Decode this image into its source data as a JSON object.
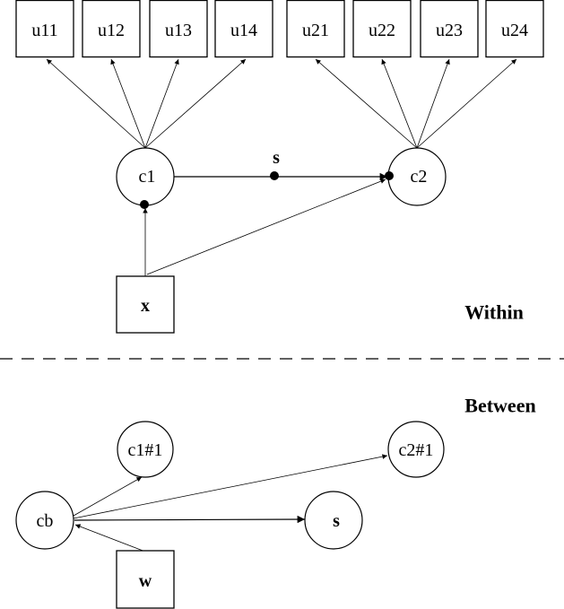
{
  "diagram": {
    "within": {
      "level_label": "Within",
      "indicators_c1": [
        "u11",
        "u12",
        "u13",
        "u14"
      ],
      "indicators_c2": [
        "u21",
        "u22",
        "u23",
        "u24"
      ],
      "latent_c1": "c1",
      "latent_c2": "c2",
      "covariate": "x",
      "random_slope_label": "s"
    },
    "between": {
      "level_label": "Between",
      "nodes": {
        "c1_intercept": "c1#1",
        "c2_intercept": "c2#1",
        "cb": "cb",
        "s": "s",
        "w": "w"
      }
    }
  }
}
